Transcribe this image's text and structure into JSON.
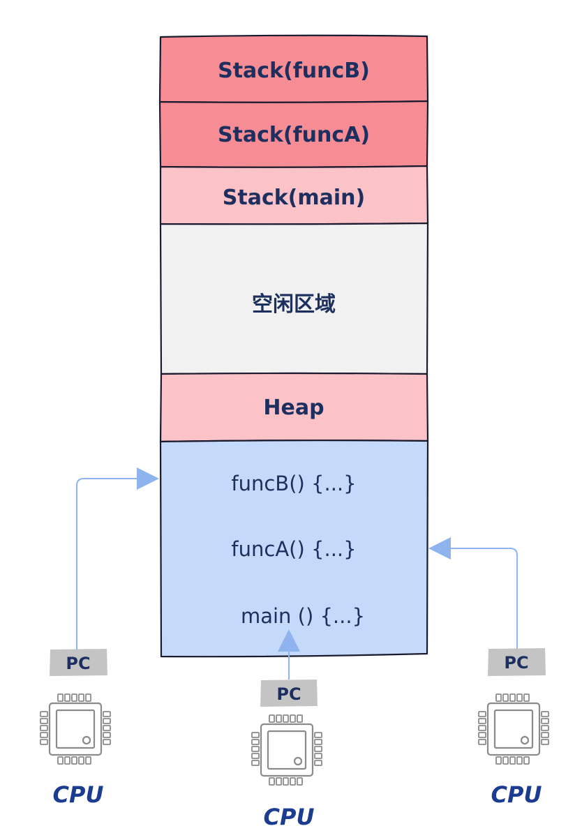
{
  "memory_regions": [
    {
      "label": "Stack(funcB)",
      "color": "#f68c94"
    },
    {
      "label": "Stack(funcA)",
      "color": "#f68c94"
    },
    {
      "label": "Stack(main)",
      "color": "#fbc2c7"
    },
    {
      "label": "空闲区域",
      "color": "#f1f1f1"
    },
    {
      "label": "Heap",
      "color": "#fbc2c7"
    }
  ],
  "code_region": {
    "color": "#c5dafa",
    "lines": [
      "funcB() {...}",
      "funcA() {...}",
      "main () {...}"
    ]
  },
  "cpus": [
    {
      "pc_label": "PC",
      "cpu_label": "CPU",
      "icon": "cpu-chip-icon",
      "points_to": "funcB() {...}"
    },
    {
      "pc_label": "PC",
      "cpu_label": "CPU",
      "icon": "cpu-chip-icon",
      "points_to": "main () {...}"
    },
    {
      "pc_label": "PC",
      "cpu_label": "CPU",
      "icon": "cpu-chip-icon",
      "points_to": "funcA() {...}"
    }
  ],
  "colors": {
    "outline": "#1a1a2e",
    "text": "#1c2f5e",
    "cpu_text": "#1c3d8f",
    "pointer": "#8fb3ef",
    "pc_tag": "#c4c4c4",
    "chip": "#8a8a8a"
  }
}
